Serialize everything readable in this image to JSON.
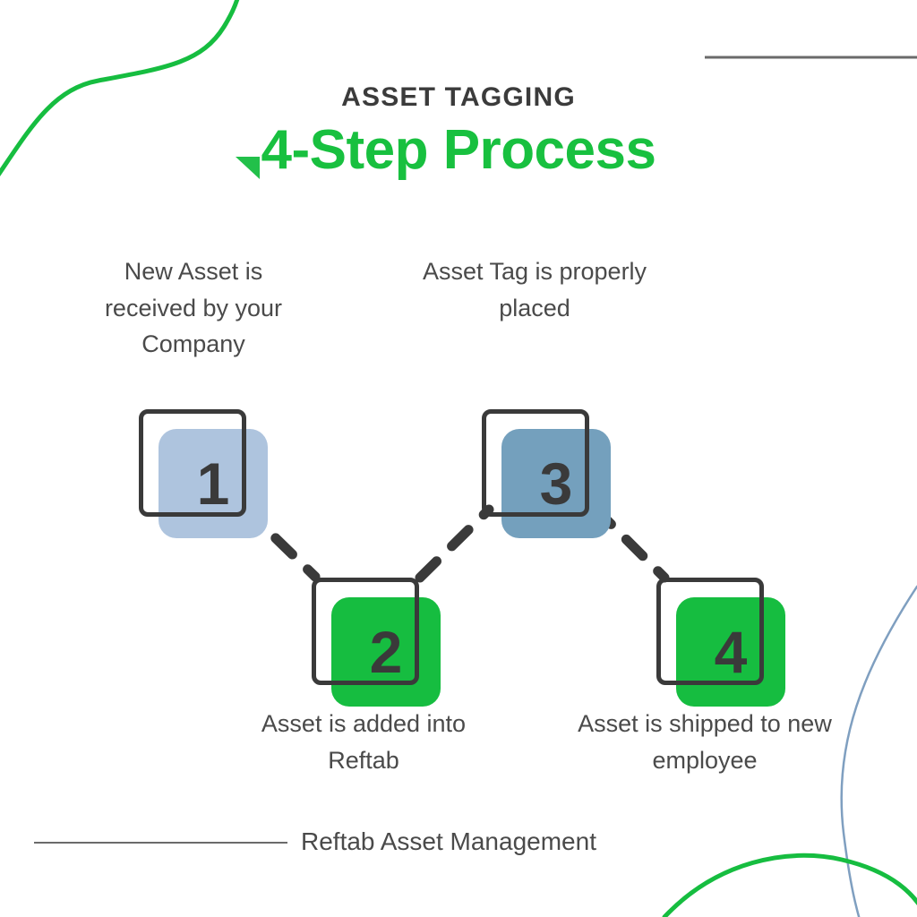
{
  "header": {
    "eyebrow": "ASSET TAGGING",
    "headline": "4-Step Process"
  },
  "steps": [
    {
      "number": "1",
      "caption": "New Asset is received by your Company",
      "fill": "#aec4de",
      "caption_position": "above"
    },
    {
      "number": "2",
      "caption": "Asset is added into Reftab",
      "fill": "#16bd40",
      "caption_position": "below"
    },
    {
      "number": "3",
      "caption": "Asset Tag is properly placed",
      "fill": "#74a0bd",
      "caption_position": "above"
    },
    {
      "number": "4",
      "caption": "Asset is shipped to new employee",
      "fill": "#16bd40",
      "caption_position": "below"
    }
  ],
  "footer": {
    "text": "Reftab Asset Management"
  },
  "colors": {
    "background": "#ffffff",
    "accent_green": "#18c03f",
    "decor_green": "#16bd40",
    "decor_blue": "#7f9fc0",
    "text_dark": "#3b3b3b",
    "text_body": "#4a4a4a",
    "outline": "#3a3a3a",
    "rule_gray": "#6b6b6b",
    "connector": "#3a3a3a"
  }
}
